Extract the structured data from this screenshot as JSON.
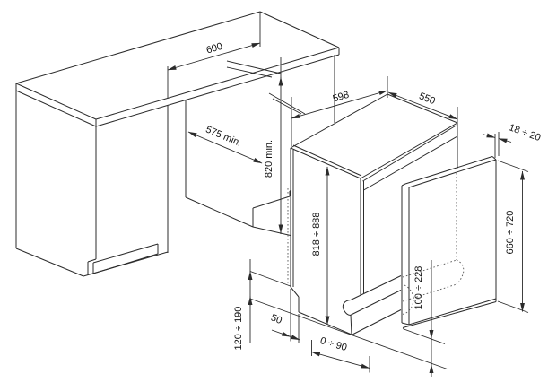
{
  "diagram": {
    "type": "installation-drawing",
    "subject": "built-in dishwasher under counter",
    "units": "mm",
    "line_color": "#2b2b2b",
    "background": "#ffffff",
    "labels": {
      "niche_width": "600",
      "niche_depth": "575 min.",
      "niche_height": "820 min.",
      "dishwasher_width": "598",
      "dishwasher_depth": "550",
      "dishwasher_height": "818 ÷ 888",
      "panel_thickness": "18 ÷ 20",
      "panel_height": "660 ÷ 720",
      "panel_bottom_clearance": "100 ÷ 228",
      "plinth_height": "120 ÷ 190",
      "plinth_side_clearance": "50",
      "plinth_recess_range": "0 ÷ 90"
    }
  }
}
